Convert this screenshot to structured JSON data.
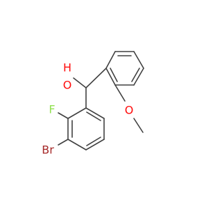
{
  "molecule": {
    "atoms": {
      "hydroxyl_hydrogen": {
        "text": "H",
        "color": "#ff0d0d"
      },
      "hydroxyl_oxygen": {
        "text": "O",
        "color": "#ff0d0d"
      },
      "methoxy_oxygen": {
        "text": "O",
        "color": "#ff0d0d"
      },
      "fluorine": {
        "text": "F",
        "color": "#90e050"
      },
      "bromine": {
        "text": "Br",
        "color": "#a62929"
      }
    },
    "bond_color": "#404040"
  }
}
